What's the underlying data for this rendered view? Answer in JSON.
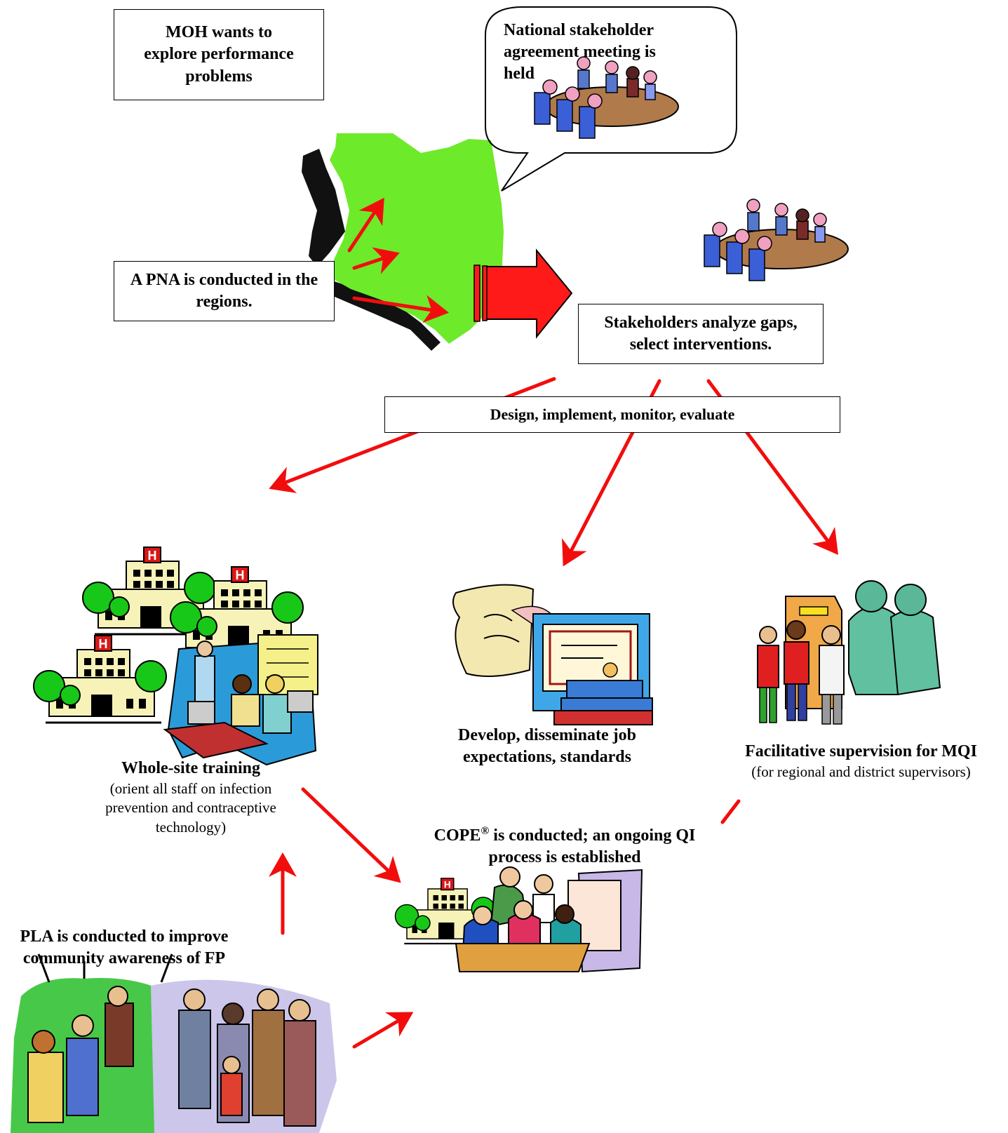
{
  "boxes": {
    "moh": "MOH wants to explore performance problems",
    "national_meeting": "National stakeholder agreement meeting is held",
    "pna": "A PNA is conducted in the regions.",
    "stakeholders": "Stakeholders analyze gaps, select interventions.",
    "design": "Design, implement, monitor, evaluate"
  },
  "labels": {
    "training_title": "Whole-site training",
    "training_desc": "(orient all staff on infection prevention and contraceptive technology)",
    "jobs": "Develop, disseminate job expectations, standards",
    "supervision_title": "Facilitative supervision for MQI",
    "supervision_desc": "(for regional and district supervisors)",
    "cope_name": "COPE",
    "cope_mark": "®",
    "cope_rest": " is conducted; an ongoing QI process is established",
    "pla": "PLA is conducted to improve community awareness of FP"
  },
  "colors": {
    "arrow": "#f20d0d",
    "map": "#6dea2a",
    "shadow": "#111111",
    "big_arrow": "#ff1a1a"
  },
  "icons": [
    "conference-meeting-icon",
    "kenya-map-icon",
    "hospital-icon",
    "computer-training-icon",
    "scroll-certificate-icon",
    "books-icon",
    "medical-staff-icon",
    "community-group-icon"
  ]
}
